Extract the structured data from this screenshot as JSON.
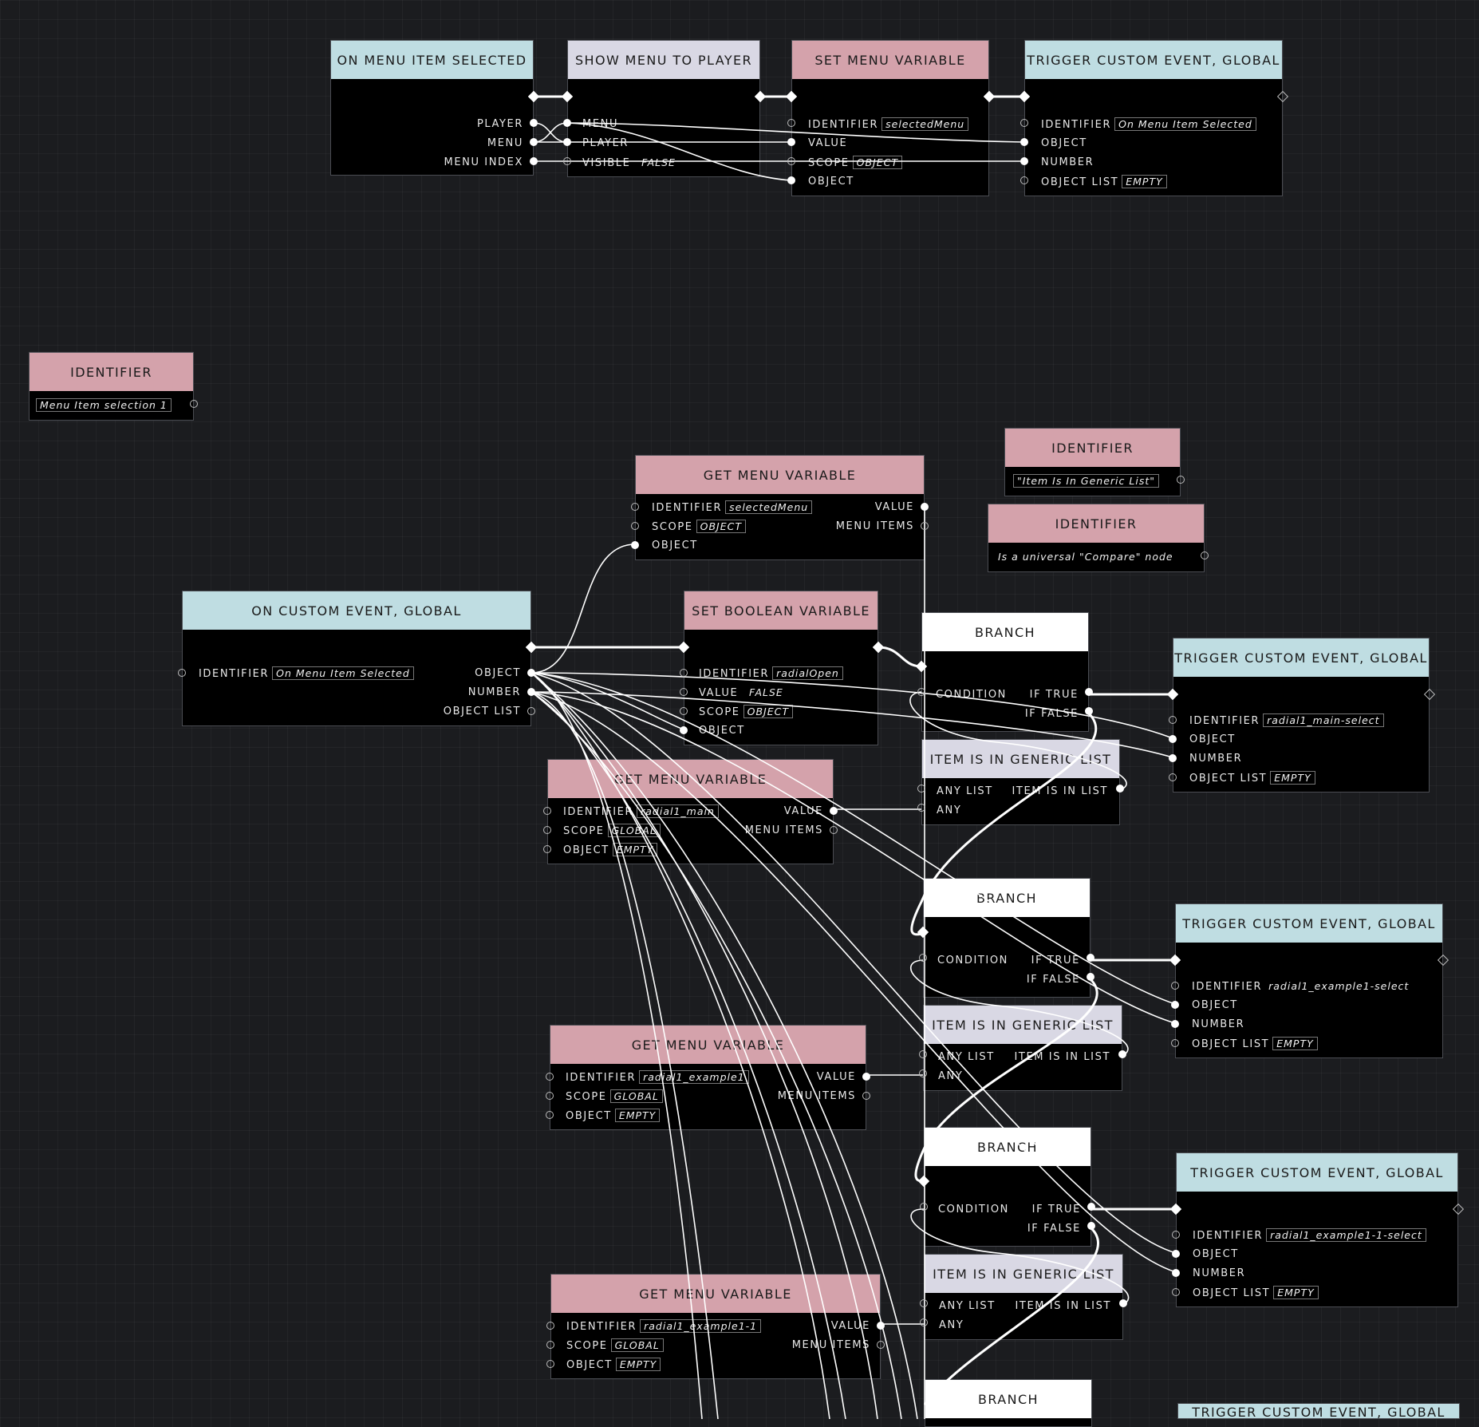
{
  "colors": {
    "pink": "#d4a2ab",
    "blue": "#bfdde2",
    "lavender": "#d9d8e4",
    "white": "#ffffff",
    "canvas": "#1b1c1f"
  },
  "nodes": {
    "on_menu_item_selected": {
      "title": "ON MENU ITEM SELECTED",
      "player": "PLAYER",
      "menu": "MENU",
      "menu_index": "MENU INDEX"
    },
    "show_menu_to_player": {
      "title": "SHOW MENU TO PLAYER",
      "menu": "MENU",
      "player": "PLAYER",
      "visible": "VISIBLE",
      "visible_val": "FALSE"
    },
    "set_menu_variable": {
      "title": "SET MENU VARIABLE",
      "identifier": "IDENTIFIER",
      "identifier_val": "selectedMenu",
      "value": "VALUE",
      "scope": "SCOPE",
      "scope_val": "OBJECT",
      "object": "OBJECT"
    },
    "trigger_top": {
      "title": "TRIGGER CUSTOM EVENT, GLOBAL",
      "identifier": "IDENTIFIER",
      "identifier_val": "On Menu Item Selected",
      "object": "OBJECT",
      "number": "NUMBER",
      "object_list": "OBJECT LIST",
      "object_list_val": "EMPTY"
    },
    "identifier_1": {
      "title": "IDENTIFIER",
      "value": "Menu Item selection 1"
    },
    "identifier_2": {
      "title": "IDENTIFIER",
      "value": "\"Item Is In Generic List\""
    },
    "identifier_3": {
      "title": "IDENTIFIER",
      "value": "Is a universal \"Compare\" node"
    },
    "get_menu_var_1": {
      "title": "GET MENU VARIABLE",
      "identifier": "IDENTIFIER",
      "identifier_val": "selectedMenu",
      "scope": "SCOPE",
      "scope_val": "OBJECT",
      "object": "OBJECT",
      "value": "VALUE",
      "menu_items": "MENU ITEMS"
    },
    "on_custom_event": {
      "title": "ON CUSTOM EVENT, GLOBAL",
      "identifier": "IDENTIFIER",
      "identifier_val": "On Menu Item Selected",
      "object": "OBJECT",
      "number": "NUMBER",
      "object_list": "OBJECT LIST"
    },
    "set_boolean_var": {
      "title": "SET BOOLEAN VARIABLE",
      "identifier": "IDENTIFIER",
      "identifier_val": "radialOpen",
      "value": "VALUE",
      "value_val": "FALSE",
      "scope": "SCOPE",
      "scope_val": "OBJECT",
      "object": "OBJECT"
    },
    "get_menu_var_2": {
      "title": "GET MENU VARIABLE",
      "identifier": "IDENTIFIER",
      "identifier_val": "radial1_main",
      "scope": "SCOPE",
      "scope_val": "GLOBAL",
      "object": "OBJECT",
      "object_val": "EMPTY",
      "value": "VALUE",
      "menu_items": "MENU ITEMS"
    },
    "get_menu_var_3": {
      "title": "GET MENU VARIABLE",
      "identifier": "IDENTIFIER",
      "identifier_val": "radial1_example1",
      "scope": "SCOPE",
      "scope_val": "GLOBAL",
      "object": "OBJECT",
      "object_val": "EMPTY",
      "value": "VALUE",
      "menu_items": "MENU ITEMS"
    },
    "get_menu_var_4": {
      "title": "GET MENU VARIABLE",
      "identifier": "IDENTIFIER",
      "identifier_val": "radial1_example1-1",
      "scope": "SCOPE",
      "scope_val": "GLOBAL",
      "object": "OBJECT",
      "object_val": "EMPTY",
      "value": "VALUE",
      "menu_items": "MENU ITEMS"
    },
    "branch_1": {
      "title": "BRANCH",
      "condition": "CONDITION",
      "if_true": "IF TRUE",
      "if_false": "IF FALSE"
    },
    "branch_2": {
      "title": "BRANCH",
      "condition": "CONDITION",
      "if_true": "IF TRUE",
      "if_false": "IF FALSE"
    },
    "branch_3": {
      "title": "BRANCH",
      "condition": "CONDITION",
      "if_true": "IF TRUE",
      "if_false": "IF FALSE"
    },
    "branch_4": {
      "title": "BRANCH"
    },
    "item_list_1": {
      "title": "ITEM IS IN GENERIC LIST",
      "any_list": "ANY LIST",
      "any": "ANY",
      "item_in_list": "ITEM IS IN LIST"
    },
    "item_list_2": {
      "title": "ITEM IS IN GENERIC LIST",
      "any_list": "ANY LIST",
      "any": "ANY",
      "item_in_list": "ITEM IS IN LIST"
    },
    "item_list_3": {
      "title": "ITEM IS IN GENERIC LIST",
      "any_list": "ANY LIST",
      "any": "ANY",
      "item_in_list": "ITEM IS IN LIST"
    },
    "trigger_1": {
      "title": "TRIGGER CUSTOM EVENT, GLOBAL",
      "identifier": "IDENTIFIER",
      "identifier_val": "radial1_main-select",
      "object": "OBJECT",
      "number": "NUMBER",
      "object_list": "OBJECT LIST",
      "object_list_val": "EMPTY"
    },
    "trigger_2": {
      "title": "TRIGGER CUSTOM EVENT, GLOBAL",
      "identifier": "IDENTIFIER",
      "identifier_val": "radial1_example1-select",
      "object": "OBJECT",
      "number": "NUMBER",
      "object_list": "OBJECT LIST",
      "object_list_val": "EMPTY"
    },
    "trigger_3": {
      "title": "TRIGGER CUSTOM EVENT, GLOBAL",
      "identifier": "IDENTIFIER",
      "identifier_val": "radial1_example1-1-select",
      "object": "OBJECT",
      "number": "NUMBER",
      "object_list": "OBJECT LIST",
      "object_list_val": "EMPTY"
    },
    "trigger_4": {
      "title": "TRIGGER CUSTOM EVENT, GLOBAL"
    }
  }
}
